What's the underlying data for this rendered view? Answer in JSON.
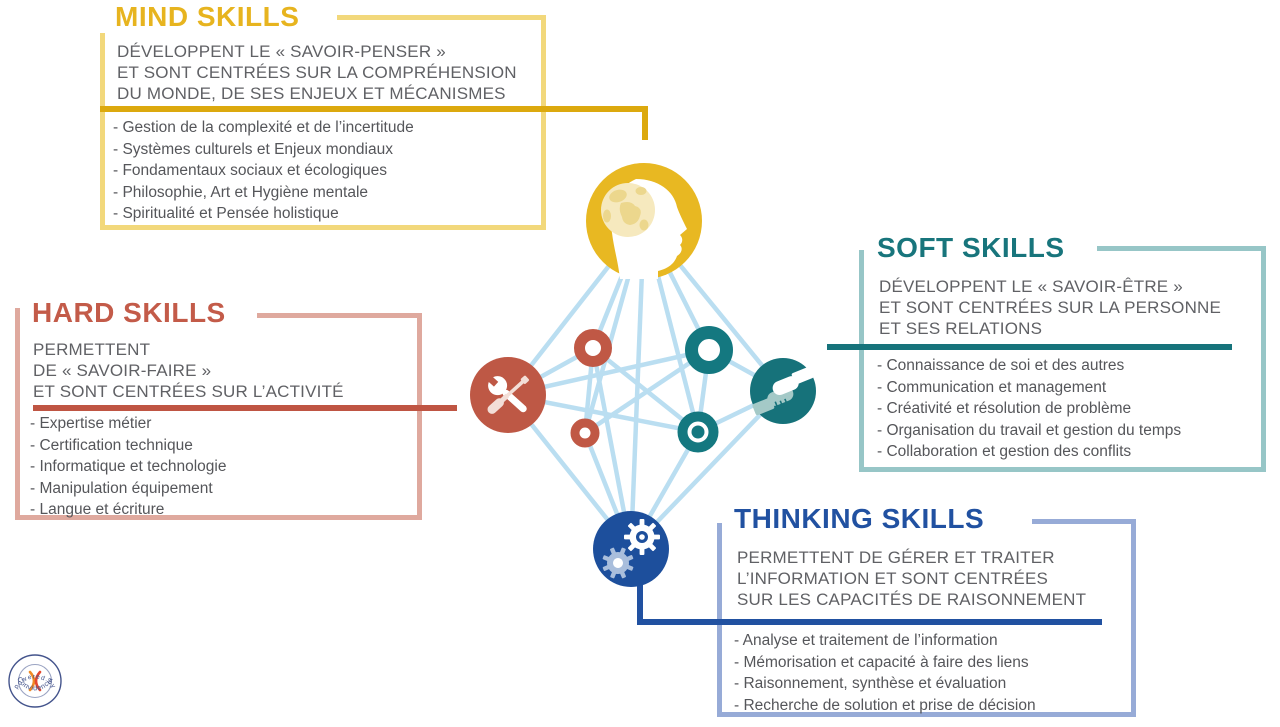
{
  "sections": {
    "mind": {
      "title": "MIND SKILLS",
      "description": [
        "DÉVELOPPENT LE « SAVOIR-PENSER »",
        "ET SONT CENTRÉES SUR LA COMPRÉHENSION",
        "DU MONDE, DE SES ENJEUX ET MÉCANISMES"
      ],
      "items": [
        "- Gestion de la complexité et de l’incertitude",
        "- Systèmes culturels et Enjeux mondiaux",
        "- Fondamentaux sociaux et écologiques",
        "- Philosophie, Art et Hygiène mentale",
        "- Spiritualité et Pensée holistique"
      ],
      "accent": "#E7B41F",
      "frame": "#F2D87B",
      "line": "#DCA90E"
    },
    "hard": {
      "title": "HARD SKILLS",
      "description": [
        "PERMETTENT",
        "DE « SAVOIR-FAIRE »",
        "ET SONT CENTRÉES SUR L’ACTIVITÉ"
      ],
      "items": [
        "- Expertise métier",
        "- Certification technique",
        "- Informatique et technologie",
        "- Manipulation équipement",
        "- Langue et écriture"
      ],
      "accent": "#C35B49",
      "frame": "#DFA99E",
      "line": "#BF5543"
    },
    "soft": {
      "title": "SOFT SKILLS",
      "description": [
        "DÉVELOPPENT LE « SAVOIR-ÊTRE »",
        "ET SONT CENTRÉES SUR LA PERSONNE",
        "ET SES RELATIONS"
      ],
      "items": [
        "- Connaissance de soi et des autres",
        "- Communication et management",
        "- Créativité et résolution de problème",
        "- Organisation du travail et gestion du temps",
        "- Collaboration et gestion des conflits"
      ],
      "accent": "#18757C",
      "frame": "#97C6C7",
      "line": "#16737B"
    },
    "thinking": {
      "title": "THINKING SKILLS",
      "description": [
        "PERMETTENT DE GÉRER ET TRAITER",
        "L’INFORMATION ET SONT CENTRÉES",
        "SUR LES CAPACITÉS DE RAISONNEMENT"
      ],
      "items": [
        "- Analyse et traitement de l’information",
        "- Mémorisation et capacité à faire des liens",
        "- Raisonnement, synthèse et évaluation",
        "- Recherche de solution et prise de décision"
      ],
      "accent": "#2151A1",
      "frame": "#97ABD7",
      "line": "#2151A1"
    }
  },
  "diagram": {
    "edge_color": "#BADEF1",
    "nodes": [
      {
        "id": "mind-node",
        "icon": "head-brain-icon",
        "color": "#E8B822"
      },
      {
        "id": "hard-node",
        "icon": "tools-icon",
        "color": "#BE5845"
      },
      {
        "id": "soft-node",
        "icon": "handshake-icon",
        "color": "#16727A"
      },
      {
        "id": "thinking-node",
        "icon": "gears-icon",
        "color": "#1D4F9C"
      },
      {
        "id": "red-ring-node",
        "icon": "ring-icon",
        "color": "#C05845"
      },
      {
        "id": "red-ring-small-node",
        "icon": "ring-icon",
        "color": "#C05845"
      },
      {
        "id": "teal-ring-node",
        "icon": "ring-icon",
        "color": "#147880"
      },
      {
        "id": "teal-bullseye-node",
        "icon": "bullseye-icon",
        "color": "#147880"
      }
    ]
  },
  "logo": {
    "top_text": "powered by",
    "bottom_text": "Convidencia",
    "color": "#44548C"
  }
}
